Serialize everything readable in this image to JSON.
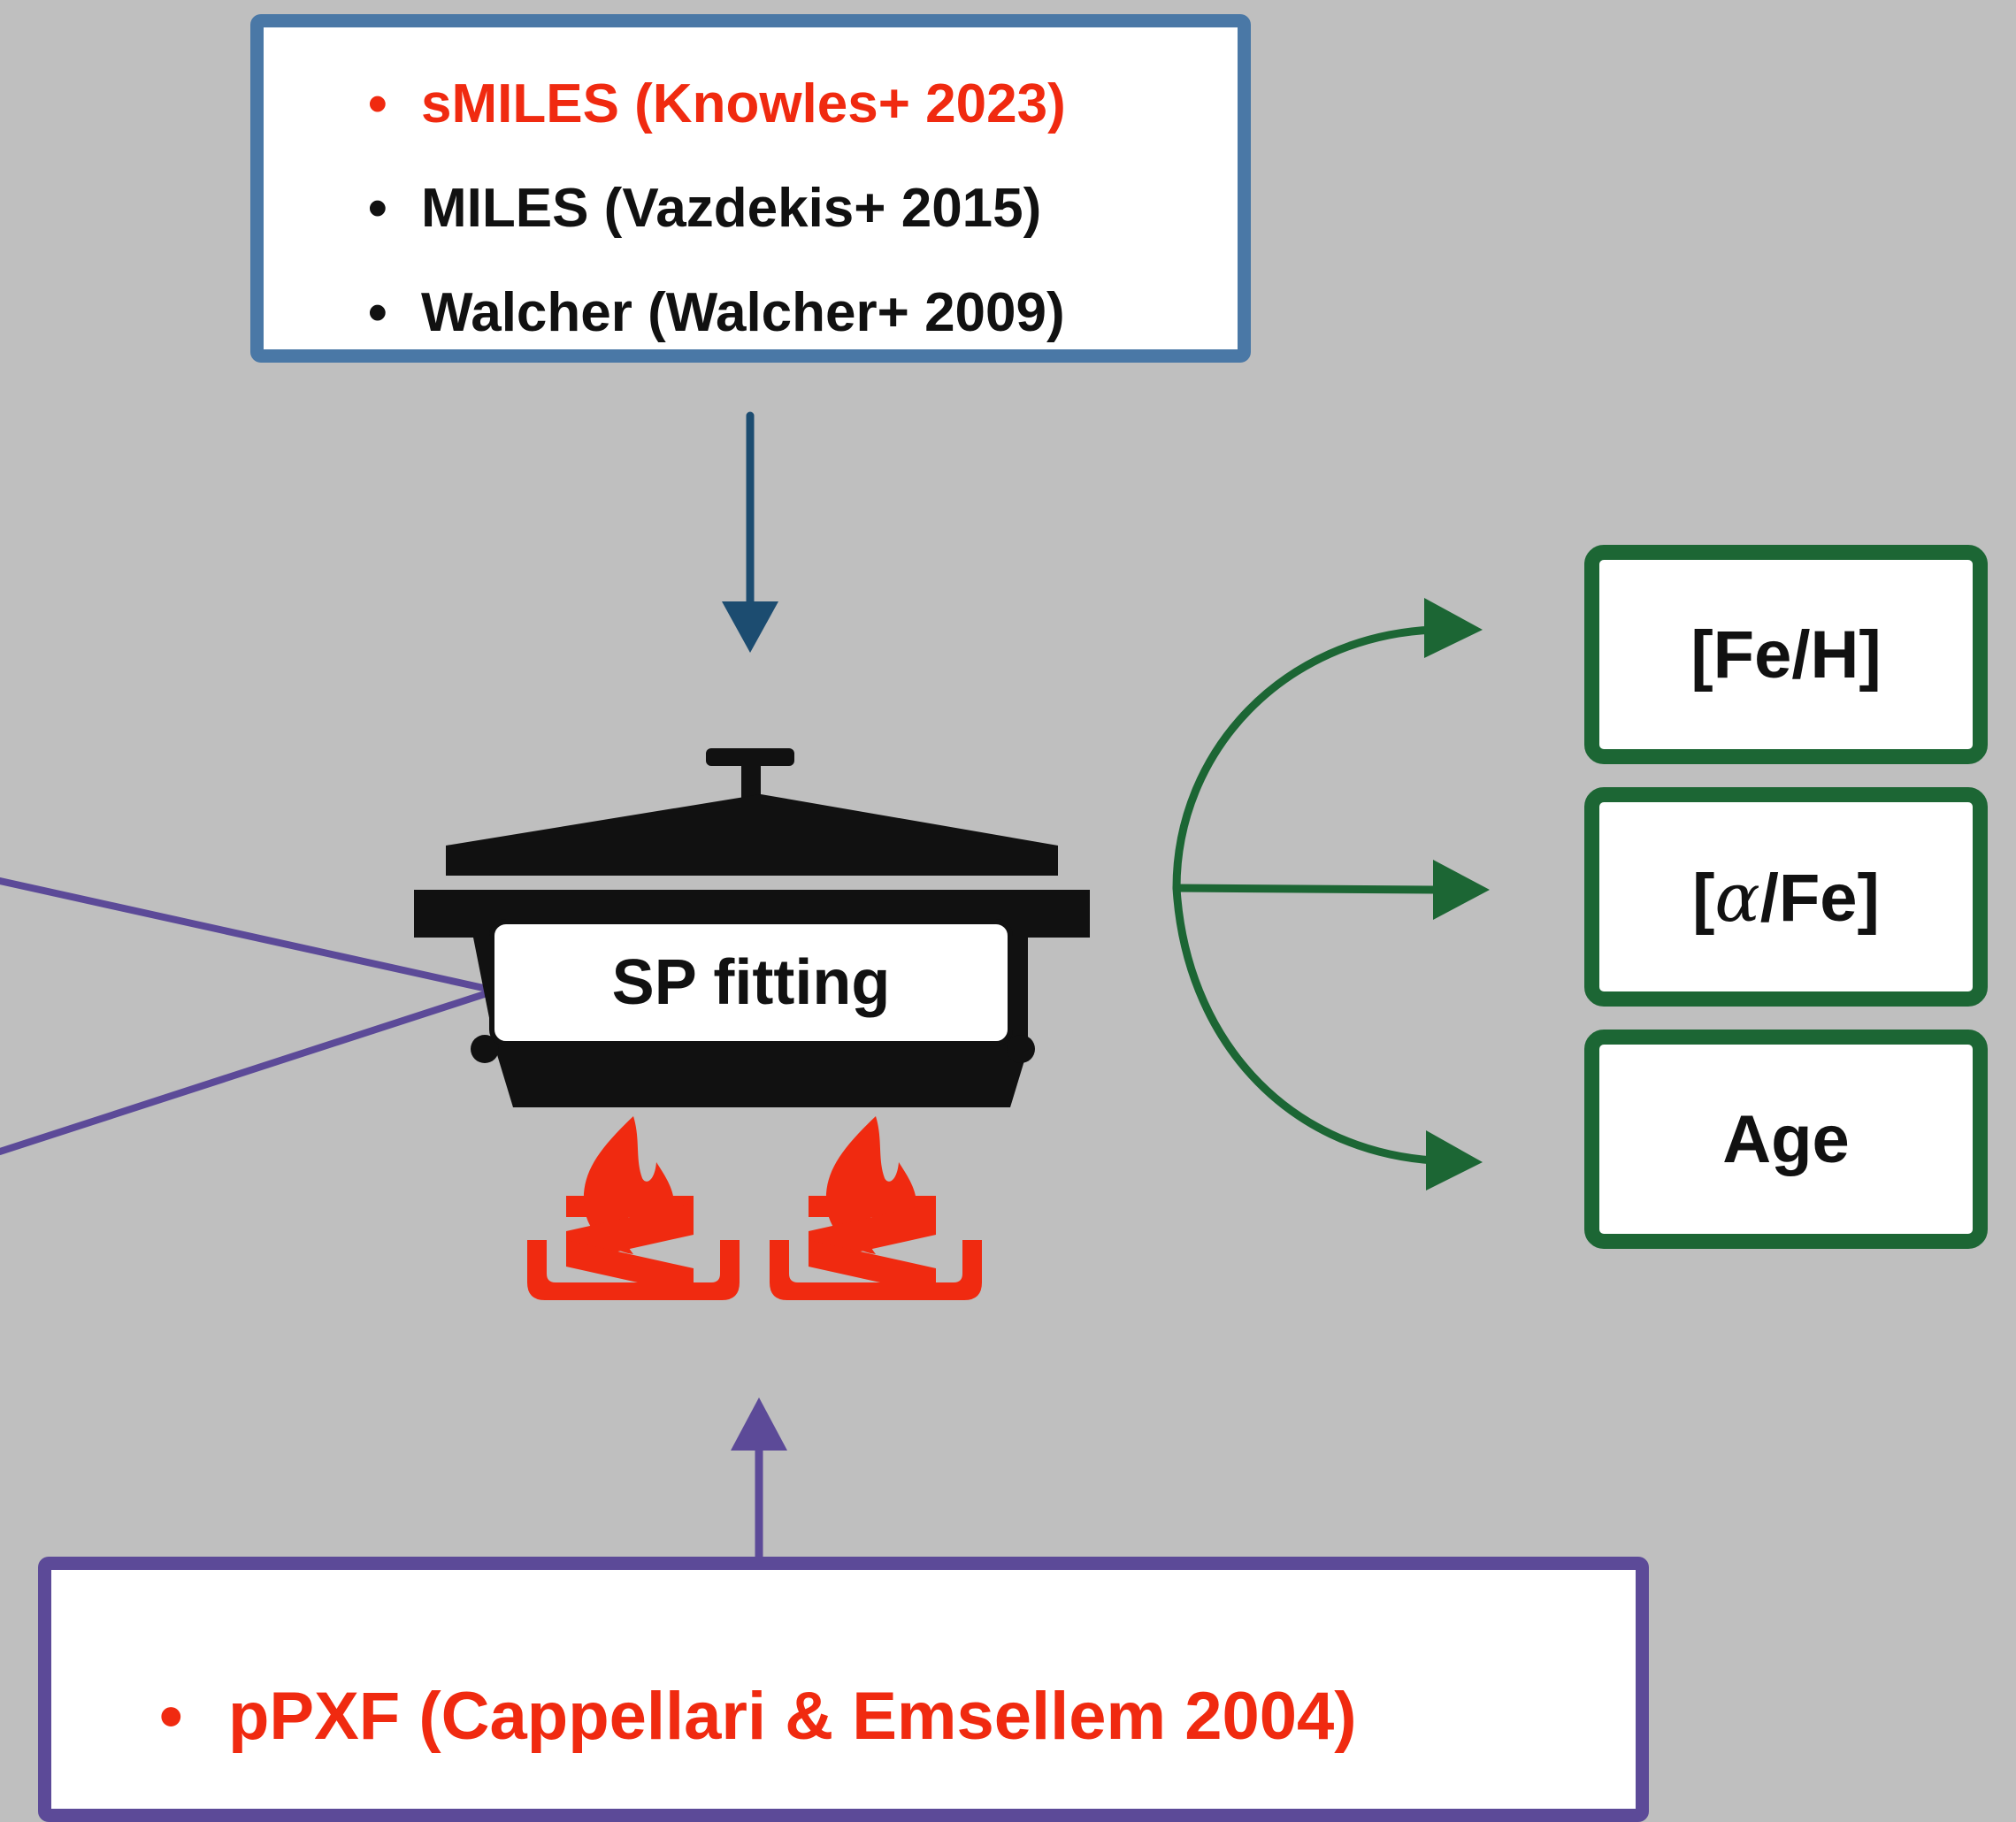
{
  "colors": {
    "background": "#bfbfbf",
    "highlight_text": "#f02a10",
    "normal_text": "#111111",
    "libraries_border": "#4a78a6",
    "libraries_arrow": "#1c4c70",
    "method_border": "#5c4a98",
    "output_border": "#1c6634",
    "fire": "#f02a10",
    "pot": "#111111"
  },
  "icons": {
    "pot": "cooking-pot-icon",
    "fire": "campfire-icon"
  },
  "libraries": {
    "items": [
      {
        "text": "sMILES (Knowles+ 2023)",
        "highlight": true
      },
      {
        "text": "MILES (Vazdekis+ 2015)",
        "highlight": false
      },
      {
        "text": "Walcher (Walcher+ 2009)",
        "highlight": false
      }
    ]
  },
  "method": {
    "items": [
      {
        "text": "pPXF (Cappellari & Emsellem 2004)",
        "highlight": true
      }
    ]
  },
  "pot": {
    "label": "SP fitting"
  },
  "outputs": [
    {
      "label": "[Fe/H]"
    },
    {
      "label_prefix": "[",
      "label_symbol": "α",
      "label_suffix": "/Fe]"
    },
    {
      "label": "Age"
    }
  ]
}
